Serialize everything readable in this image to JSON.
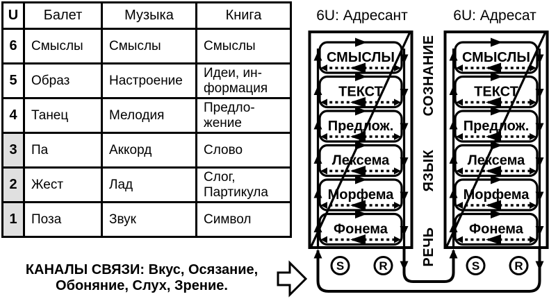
{
  "table": {
    "headers": {
      "u": "U",
      "ballet": "Балет",
      "music": "Музыка",
      "book": "Книга"
    },
    "rows": [
      {
        "level": "6",
        "ballet": "Смыслы",
        "music": "Смыслы",
        "book": "Смыслы"
      },
      {
        "level": "5",
        "ballet": "Образ",
        "music": "Настроение",
        "book": "Идеи, ин-формация"
      },
      {
        "level": "4",
        "ballet": "Танец",
        "music": "Мелодия",
        "book": "Предло-жение"
      },
      {
        "level": "3",
        "ballet": "Па",
        "music": "Аккорд",
        "book": "Слово"
      },
      {
        "level": "2",
        "ballet": "Жест",
        "music": "Лад",
        "book": "Слог, Партикула"
      },
      {
        "level": "1",
        "ballet": "Поза",
        "music": "Звук",
        "book": "Символ"
      }
    ]
  },
  "caption": {
    "line1": "КАНАЛЫ СВЯЗИ: Вкус, Осязание,",
    "line2": "Обоняние, Слух, Зрение."
  },
  "diagrams": {
    "sender_title": "6U: Адресант",
    "receiver_title": "6U: Адресат",
    "levels": [
      "СМЫСЛЫ",
      "ТЕКСТ",
      "Предлож.",
      "Лексема",
      "Морфема",
      "Фонема"
    ],
    "sender_label": "S",
    "receiver_label": "R",
    "axis": {
      "consciousness": "СОЗНАНИЕ",
      "language": "ЯЗЫК",
      "speech": "РЕЧЬ"
    }
  },
  "icons": {
    "channels_arrow": "right-block-arrow"
  },
  "colors": {
    "ink": "#000000",
    "background": "#ffffff",
    "shaded_cell": "#e0e0e0"
  }
}
